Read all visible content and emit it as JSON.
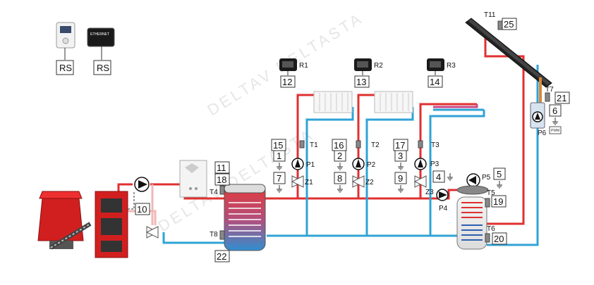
{
  "watermark": "DELTAV DELTASTA",
  "controllers": {
    "rs_label": "RS",
    "ethernet_module_text": "ETHERNET"
  },
  "room_panels": [
    "R1",
    "R2",
    "R3"
  ],
  "temperature_sensors": [
    "T1",
    "T2",
    "T3",
    "T4",
    "T5",
    "T6",
    "T7",
    "T8",
    "T11"
  ],
  "pumps": [
    "P1",
    "P2",
    "P3",
    "P4",
    "P5",
    "P6"
  ],
  "mixing_valves": [
    "Z1",
    "Z2",
    "Z3"
  ],
  "pwm_label": "PWM",
  "terminal_numbers": [
    "1",
    "2",
    "3",
    "4",
    "5",
    "6",
    "7",
    "8",
    "9",
    "10",
    "11",
    "12",
    "13",
    "14",
    "15",
    "16",
    "17",
    "18",
    "19",
    "20",
    "21",
    "22",
    "25"
  ],
  "colors": {
    "supply": "#e03030",
    "return": "#2fa3d6",
    "boiler": "#d21f1f",
    "solar_pipe": "#d98a3a"
  }
}
